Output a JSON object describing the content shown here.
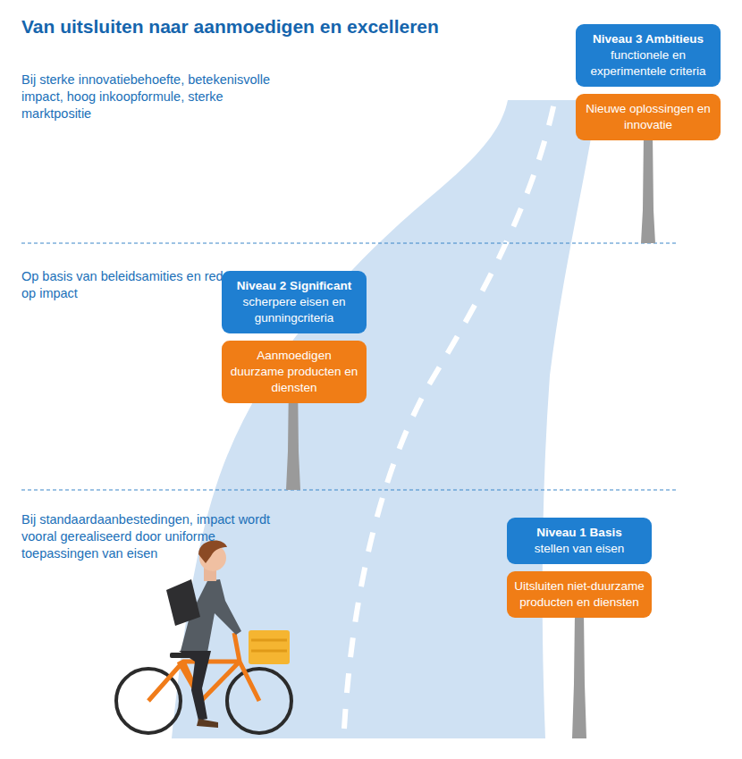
{
  "diagram": {
    "title": "Van uitsluiten naar aanmoedigen en excelleren",
    "nodes": [
      {
        "text": [
          "Niveau 3 Ambitieus",
          "functionele en experimentele criteria"
        ]
      },
      {
        "text": [
          "Nieuwe oplossingen en innovatie"
        ]
      },
      {
        "text": [
          "Niveau 2 Significant",
          "scherpere eisen en gunningcriteria"
        ]
      },
      {
        "text": [
          "Aanmoedigen duurzame producten en diensten"
        ]
      },
      {
        "text": [
          "Niveau 1 Basis",
          "stellen van eisen"
        ]
      },
      {
        "text": [
          "Uitsluiten niet-duurzame producten en diensten"
        ]
      }
    ],
    "labels": [
      "Bij sterke innovatiebehoefte, betekenisvolle impact, hoog inkoopformule, sterke marktpositie",
      "Op basis van beleidsamities en redelijke kans op impact",
      "Bij standaardaanbestedingen, impact wordt vooral gerealiseerd door uniforme toepassingen van eisen"
    ]
  }
}
